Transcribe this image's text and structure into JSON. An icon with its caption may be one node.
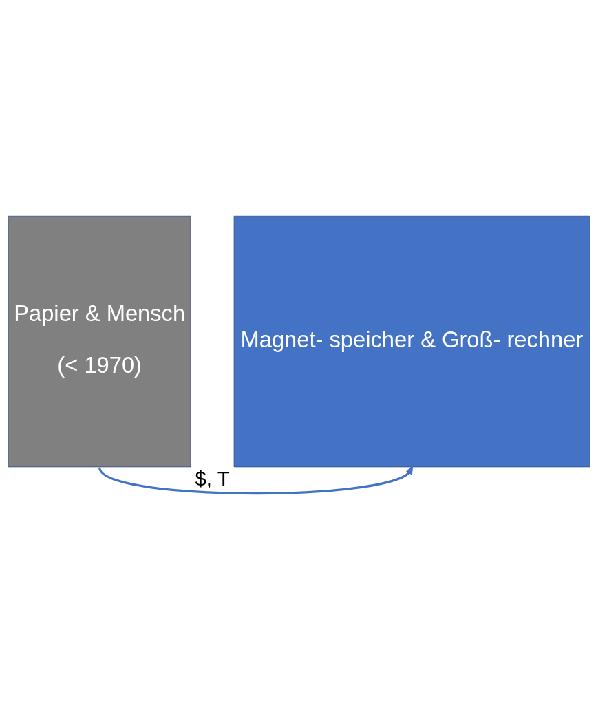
{
  "diagram": {
    "nodes": [
      {
        "text": [
          "Papier & Mensch",
          "(< 1970)"
        ]
      },
      {
        "text": [
          "Magnet- speicher & Groß- rechner"
        ]
      }
    ],
    "edges": [
      {
        "from": 0,
        "to": 1,
        "arrow": "to",
        "label": "$, T"
      }
    ]
  }
}
